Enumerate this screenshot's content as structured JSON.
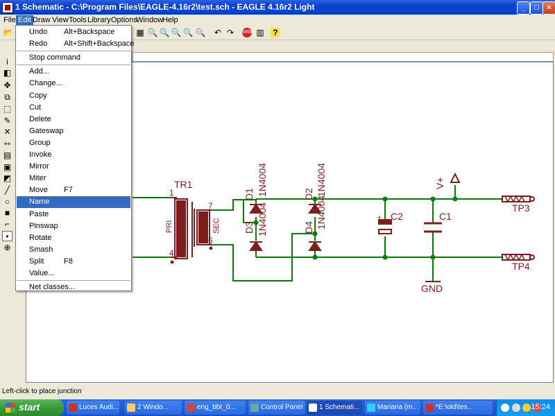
{
  "window": {
    "title": "1 Schematic - C:\\Program Files\\EAGLE-4.16r2\\test.sch - EAGLE 4.16r2 Light"
  },
  "menubar": [
    "File",
    "Edit",
    "Draw",
    "View",
    "Tools",
    "Library",
    "Options",
    "Window",
    "Help"
  ],
  "edit_menu": {
    "groups": [
      [
        {
          "label": "Undo",
          "shortcut": "Alt+Backspace"
        },
        {
          "label": "Redo",
          "shortcut": "Alt+Shift+Backspace"
        }
      ],
      [
        {
          "label": "Stop command",
          "shortcut": ""
        }
      ],
      [
        {
          "label": "Add...",
          "shortcut": ""
        },
        {
          "label": "Change...",
          "shortcut": ""
        },
        {
          "label": "Copy",
          "shortcut": ""
        },
        {
          "label": "Cut",
          "shortcut": ""
        },
        {
          "label": "Delete",
          "shortcut": ""
        },
        {
          "label": "Gateswap",
          "shortcut": ""
        },
        {
          "label": "Group",
          "shortcut": ""
        },
        {
          "label": "Invoke",
          "shortcut": ""
        },
        {
          "label": "Mirror",
          "shortcut": ""
        },
        {
          "label": "Miter",
          "shortcut": ""
        },
        {
          "label": "Move",
          "shortcut": "F7"
        },
        {
          "label": "Name",
          "shortcut": "",
          "highlighted": true
        },
        {
          "label": "Paste",
          "shortcut": ""
        },
        {
          "label": "Pinswap",
          "shortcut": ""
        },
        {
          "label": "Rotate",
          "shortcut": ""
        },
        {
          "label": "Smash",
          "shortcut": ""
        },
        {
          "label": "Split",
          "shortcut": "F8"
        },
        {
          "label": "Value...",
          "shortcut": ""
        }
      ],
      [
        {
          "label": "Net classes...",
          "shortcut": ""
        }
      ]
    ]
  },
  "toolbar": {
    "stop_label": "STOP",
    "help_label": "?"
  },
  "schematic": {
    "labels": {
      "tr1": "TR1",
      "pin1": "1",
      "pin4": "4",
      "pin7": "7",
      "pin6": "6",
      "pri": "PRI",
      "sec": "SEC",
      "d1": "D1",
      "d2": "D2",
      "d3": "D3",
      "d4": "D4",
      "d1_val": "1N4004",
      "d2_val": "1N4004",
      "d3_val": "1N4004",
      "d4_val": "1N4004",
      "c2": "C2",
      "c1": "C1",
      "vplus": "V+",
      "gnd": "GND",
      "tp3": "TP3",
      "tp4": "TP4",
      "c2_plus": "+"
    },
    "colors": {
      "net": "#007f00",
      "part": "#7f1d1d",
      "junction": "#007f00"
    }
  },
  "status": {
    "text": "Left-click to place junction"
  },
  "taskbar": {
    "start": "start",
    "tasks": [
      "Luces Audi...",
      "2 Windo...",
      "eng_bbt_0...",
      "Control Panel",
      "1 Schemati...",
      "Mariana (m...",
      "*E:\\old\\tes..."
    ],
    "clock": "15:24"
  }
}
